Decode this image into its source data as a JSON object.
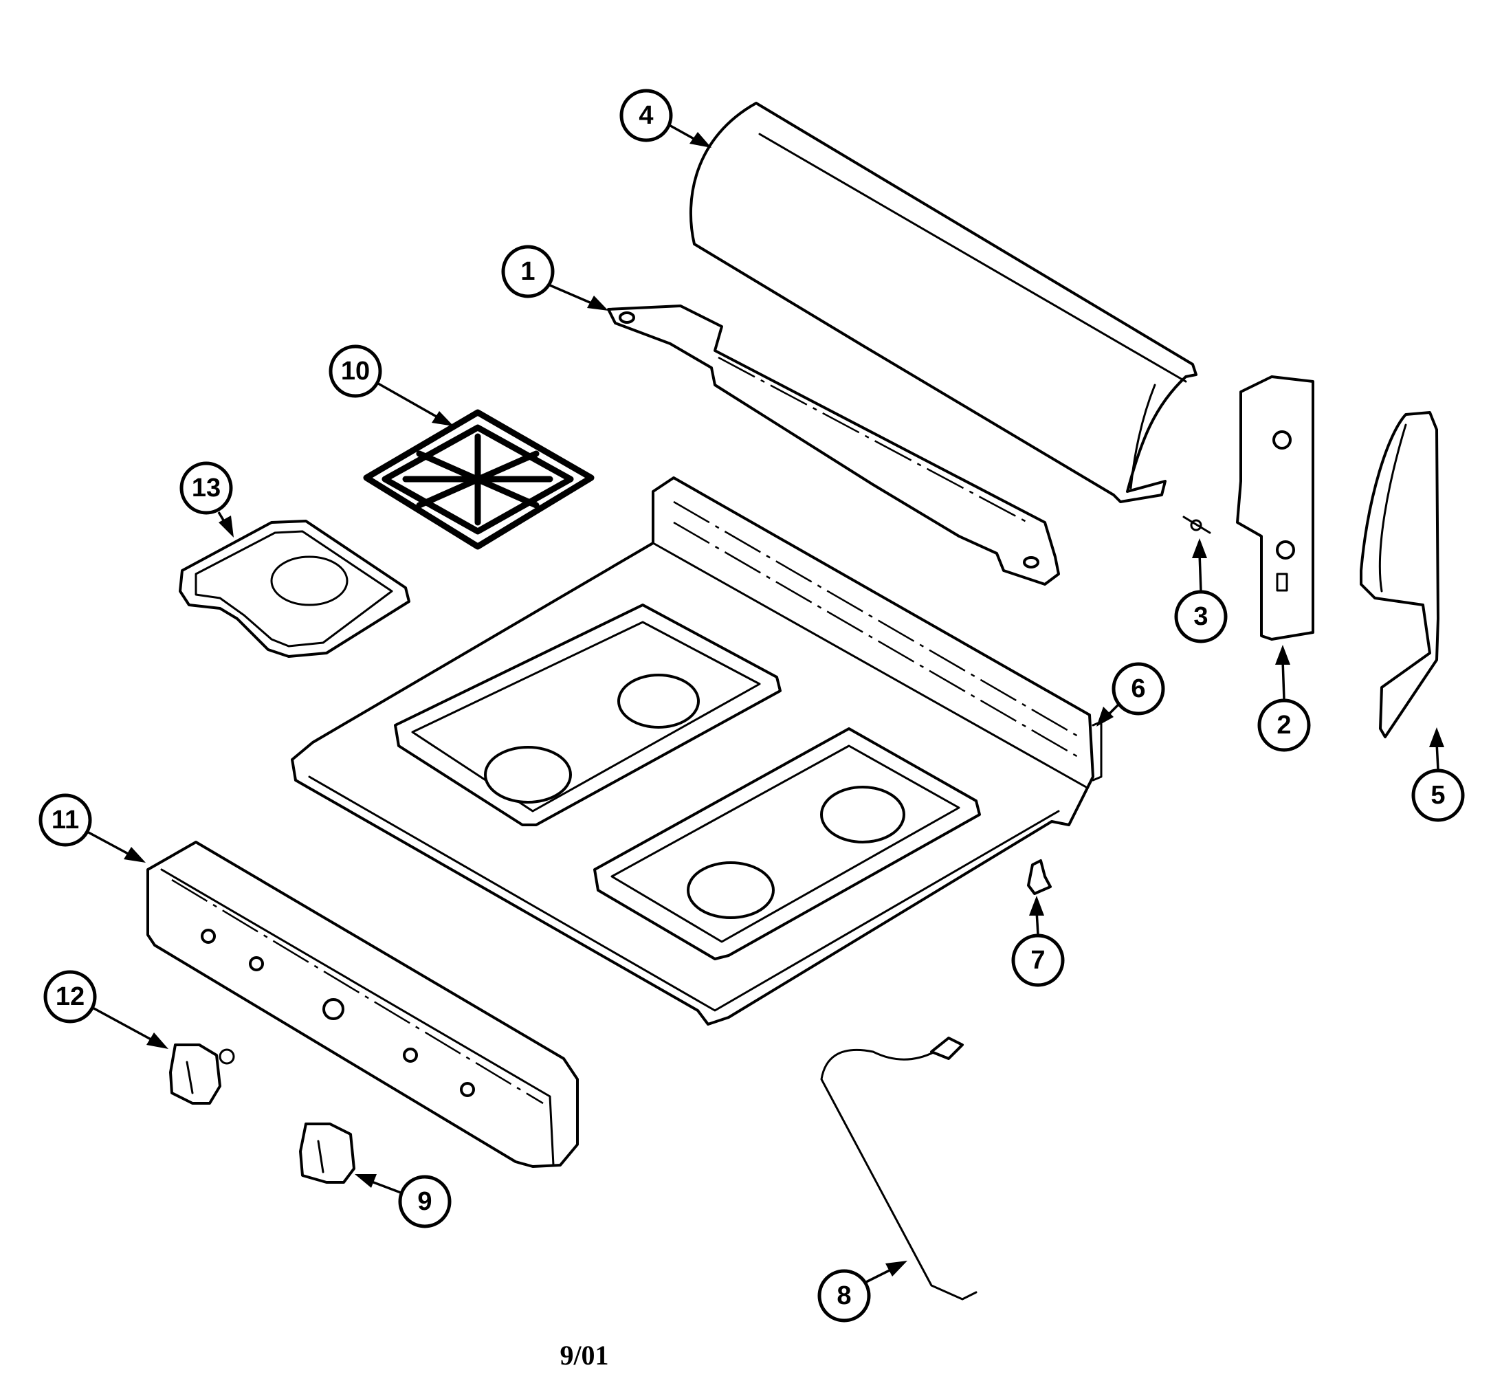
{
  "callouts": [
    {
      "id": "1",
      "label": "1"
    },
    {
      "id": "2",
      "label": "2"
    },
    {
      "id": "3",
      "label": "3"
    },
    {
      "id": "4",
      "label": "4"
    },
    {
      "id": "5",
      "label": "5"
    },
    {
      "id": "6",
      "label": "6"
    },
    {
      "id": "7",
      "label": "7"
    },
    {
      "id": "8",
      "label": "8"
    },
    {
      "id": "9",
      "label": "9"
    },
    {
      "id": "10",
      "label": "10"
    },
    {
      "id": "11",
      "label": "11"
    },
    {
      "id": "12",
      "label": "12"
    },
    {
      "id": "13",
      "label": "13"
    }
  ],
  "footer": {
    "date": "9/01"
  }
}
